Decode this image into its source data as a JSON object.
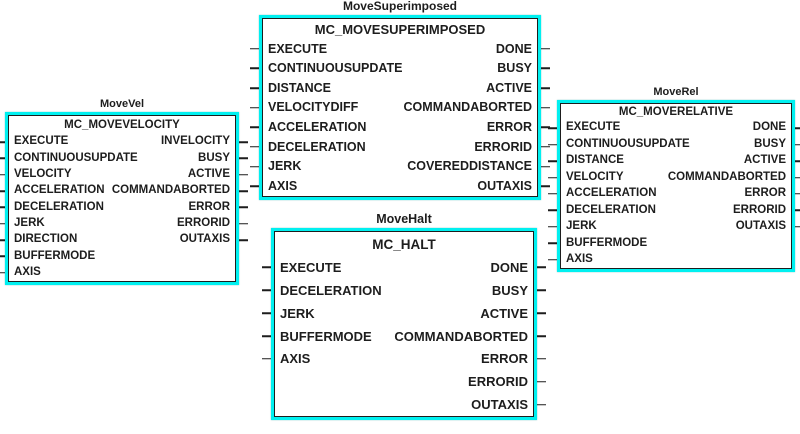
{
  "colors": {
    "background": "#ffffff",
    "block_glow_cyan": "#00f0f0",
    "block_border_dark": "#1d1d1d",
    "label_text": "#1d1d1d"
  },
  "blocks": [
    {
      "instance_name": "MoveVel",
      "type_name": "MC_MOVEVELOCITY",
      "inputs": [
        "EXECUTE",
        "CONTINUOUSUPDATE",
        "VELOCITY",
        "ACCELERATION",
        "DECELERATION",
        "JERK",
        "DIRECTION",
        "BUFFERMODE",
        "AXIS"
      ],
      "outputs": [
        "INVELOCITY",
        "BUSY",
        "ACTIVE",
        "COMMANDABORTED",
        "ERROR",
        "ERRORID",
        "OUTAXIS"
      ]
    },
    {
      "instance_name": "MoveSuperimposed",
      "type_name": "MC_MOVESUPERIMPOSED",
      "inputs": [
        "EXECUTE",
        "CONTINUOUSUPDATE",
        "DISTANCE",
        "VELOCITYDIFF",
        "ACCELERATION",
        "DECELERATION",
        "JERK",
        "AXIS"
      ],
      "outputs": [
        "DONE",
        "BUSY",
        "ACTIVE",
        "COMMANDABORTED",
        "ERROR",
        "ERRORID",
        "COVEREDDISTANCE",
        "OUTAXIS"
      ]
    },
    {
      "instance_name": "MoveHalt",
      "type_name": "MC_HALT",
      "inputs": [
        "EXECUTE",
        "DECELERATION",
        "JERK",
        "BUFFERMODE",
        "AXIS"
      ],
      "outputs": [
        "DONE",
        "BUSY",
        "ACTIVE",
        "COMMANDABORTED",
        "ERROR",
        "ERRORID",
        "OUTAXIS"
      ]
    },
    {
      "instance_name": "MoveRel",
      "type_name": "MC_MOVERELATIVE",
      "inputs": [
        "EXECUTE",
        "CONTINUOUSUPDATE",
        "DISTANCE",
        "VELOCITY",
        "ACCELERATION",
        "DECELERATION",
        "JERK",
        "BUFFERMODE",
        "AXIS"
      ],
      "outputs": [
        "DONE",
        "BUSY",
        "ACTIVE",
        "COMMANDABORTED",
        "ERROR",
        "ERRORID",
        "OUTAXIS"
      ]
    }
  ]
}
